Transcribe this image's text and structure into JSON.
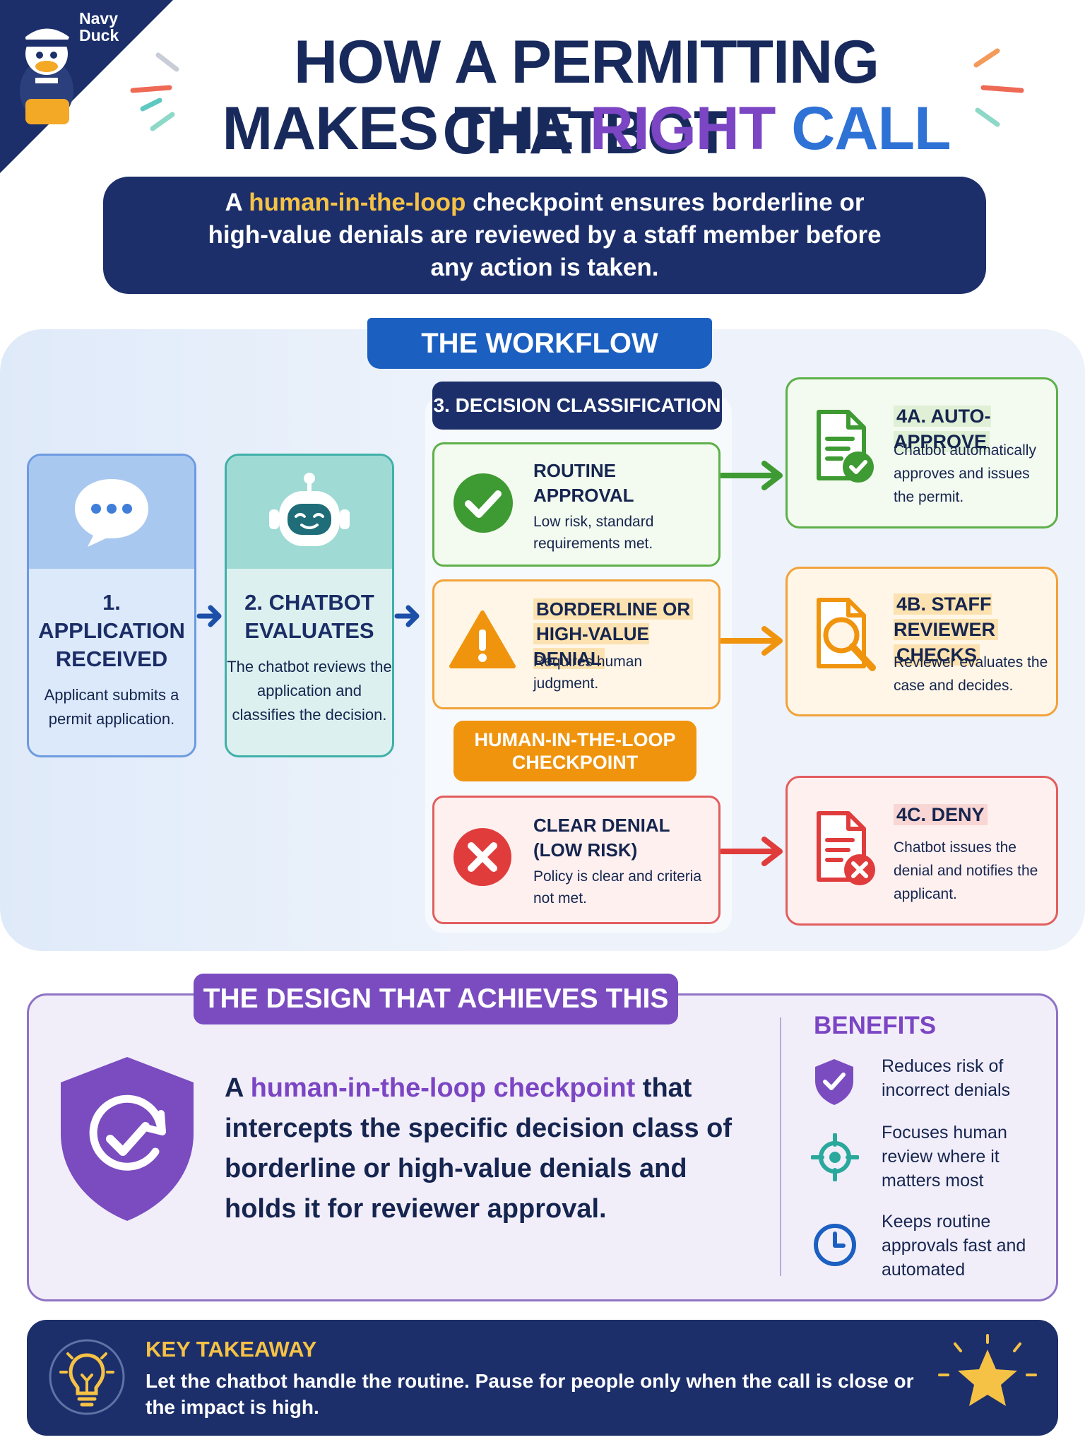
{
  "brand": {
    "line1": "Navy",
    "line2": "Duck"
  },
  "title": {
    "line1": "HOW A PERMITTING CHATBOT",
    "line2_start": "MAKES THE ",
    "line2_right": "RIGHT",
    "line2_call": " CALL"
  },
  "intro": {
    "prefix": "A ",
    "highlight": "human-in-the-loop",
    "rest": " checkpoint ensures borderline or high-value denials are reviewed by a staff member before any action is taken."
  },
  "workflow": {
    "tab": "THE WORKFLOW",
    "steps": [
      {
        "title": "1. APPLICATION RECEIVED",
        "text": "Applicant submits a permit application."
      },
      {
        "title": "2. CHATBOT EVALUATES",
        "text": "The chatbot reviews the application and classifies the decision."
      }
    ],
    "classification": {
      "header": "3. DECISION CLASSIFICATION",
      "options": [
        {
          "title_l1": "ROUTINE",
          "title_l2": "APPROVAL",
          "text": "Low risk, standard requirements met."
        },
        {
          "title_l1": "BORDERLINE OR",
          "title_l2": "HIGH-VALUE DENIAL",
          "text": "Requires human judgment."
        },
        {
          "title_l1": "CLEAR DENIAL",
          "title_l2": "(LOW RISK)",
          "text": "Policy is clear and criteria not met."
        }
      ],
      "checkpoint": "HUMAN-IN-THE-LOOP CHECKPOINT"
    },
    "outcomes": [
      {
        "title_l1": "4A. AUTO-APPROVE",
        "title_l2": "",
        "text": "Chatbot automatically approves and issues the permit."
      },
      {
        "title_l1": "4B. STAFF REVIEWER",
        "title_l2": "CHECKS",
        "text": "Reviewer evaluates the case and decides."
      },
      {
        "title_l1": "4C. DENY",
        "title_l2": "",
        "text": "Chatbot issues the denial and notifies the applicant."
      }
    ]
  },
  "design": {
    "tab": "THE DESIGN THAT ACHIEVES THIS",
    "text_prefix": "A ",
    "text_highlight": "human-in-the-loop checkpoint",
    "text_rest": " that intercepts the specific decision class of borderline or high-value denials and holds it for reviewer approval.",
    "benefits_title": "BENEFITS",
    "benefits": [
      {
        "icon": "shield-check-icon",
        "text": "Reduces risk of incorrect denials"
      },
      {
        "icon": "target-icon",
        "text": "Focuses human review where it matters most"
      },
      {
        "icon": "clock-icon",
        "text": "Keeps routine approvals fast and automated"
      }
    ]
  },
  "takeaway": {
    "title": "KEY TAKEAWAY",
    "text": "Let the chatbot handle the routine. Pause for people only when the call is close or the impact is high."
  },
  "colors": {
    "navy": "#1c2f6b",
    "blue": "#1b5fc0",
    "purple": "#7b45c4",
    "green": "#5db04a",
    "orange": "#f0940e",
    "red": "#e25e5e",
    "yellow": "#f6c245"
  }
}
